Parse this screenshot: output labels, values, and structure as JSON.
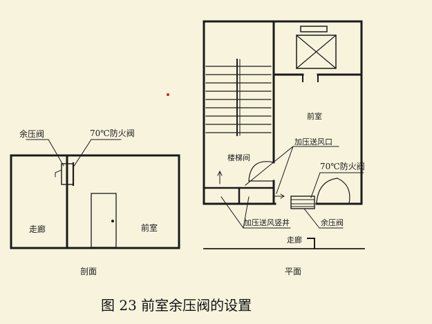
{
  "caption": "图 23  前室余压阀的设置",
  "section": {
    "relief_valve": "余压阀",
    "fire_damper": "70℃防火阀",
    "corridor": "走廊",
    "anteroom": "前室",
    "title": "剖面"
  },
  "plan": {
    "anteroom": "前室",
    "stairwell": "楼梯间",
    "pressurized_outlet": "加压送风口",
    "fire_damper": "70℃防火阀",
    "pressurized_shaft": "加压送风竖井",
    "relief_valve": "余压阀",
    "corridor": "走廊",
    "title": "平面"
  },
  "colors": {
    "background": "#f7f3dd",
    "line": "#1a1a1a",
    "dot": "#cc2222"
  }
}
